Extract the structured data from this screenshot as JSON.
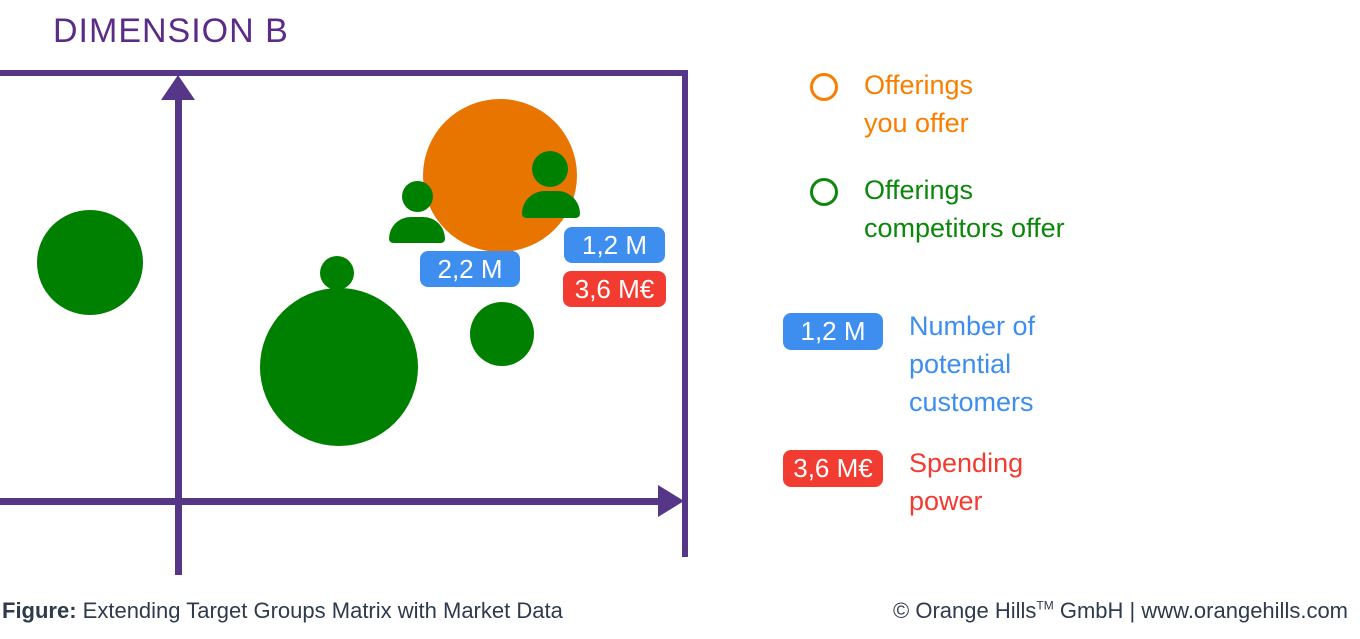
{
  "title": "DIMENSION B",
  "matrix": {
    "badges": {
      "customers_left": "2,2 M",
      "customers_right": "1,2 M",
      "spending_right": "3,6 M€"
    },
    "bubbles": [
      {
        "kind": "competitor-offering",
        "color": "#008000",
        "position": "left-of-axis"
      },
      {
        "kind": "competitor-offering",
        "color": "#008000",
        "position": "center-large"
      },
      {
        "kind": "competitor-offering",
        "color": "#008000",
        "position": "center-small-top"
      },
      {
        "kind": "competitor-offering",
        "color": "#008000",
        "position": "center-right"
      },
      {
        "kind": "own-offering",
        "color": "#E87500",
        "position": "upper-right",
        "annotations": [
          "2,2 M",
          "1,2 M",
          "3,6 M€"
        ]
      }
    ]
  },
  "legend": {
    "offerings_you": "Offerings\nyou offer",
    "offerings_competitors": "Offerings\ncompetitors offer",
    "customers_badge": "1,2 M",
    "customers_label": "Number of\npotential\ncustomers",
    "spending_badge": "3,6 M€",
    "spending_label": "Spending\npower"
  },
  "caption": {
    "prefix": "Figure:",
    "text": " Extending Target Groups Matrix with Market Data"
  },
  "footer": {
    "company": "© Orange Hills",
    "tm": "TM",
    "rest": " GmbH | www.orangehills.com"
  },
  "colors": {
    "purple_axes": "#563787",
    "purple_title": "#5B2C87",
    "orange_fill": "#E87500",
    "orange_legend": "#F97E00",
    "green_fill": "#008000",
    "green_legend": "#0B870B",
    "blue_badge": "#3E8EF0",
    "red_badge": "#F23B31",
    "footer_text": "#2E3B4D"
  }
}
